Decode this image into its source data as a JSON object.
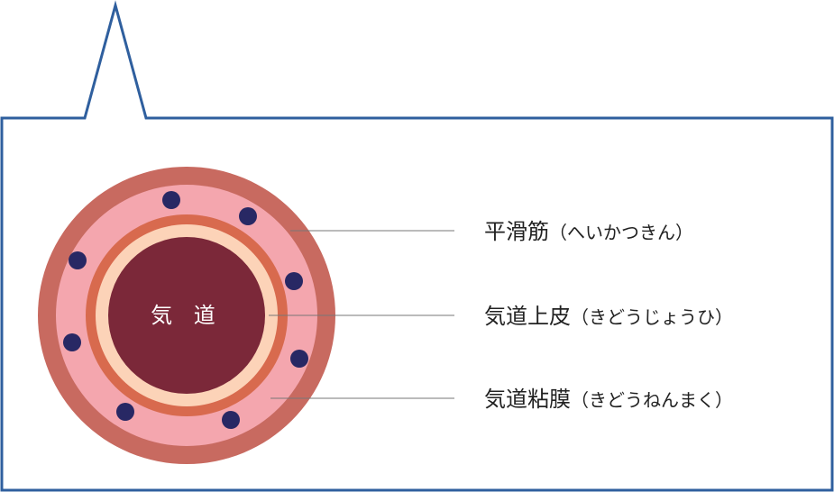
{
  "colors": {
    "frame_stroke": "#2f5f9e",
    "outer_ring": "#c86a60",
    "mucosa": "#f4a6ae",
    "epithelium_outer": "#d86a4e",
    "epithelium_inner": "#fcd3b8",
    "lumen": "#7b2839",
    "dots": "#282864",
    "leader_lines": "#777777",
    "label_text": "#222222",
    "center_text": "#ffffff"
  },
  "diagram": {
    "center_label": "気 道",
    "labels": [
      {
        "main": "平滑筋",
        "reading": "（へいかつきん）"
      },
      {
        "main": "気道上皮",
        "reading": "（きどうじょうひ）"
      },
      {
        "main": "気道粘膜",
        "reading": "（きどうねんまく）"
      }
    ]
  }
}
